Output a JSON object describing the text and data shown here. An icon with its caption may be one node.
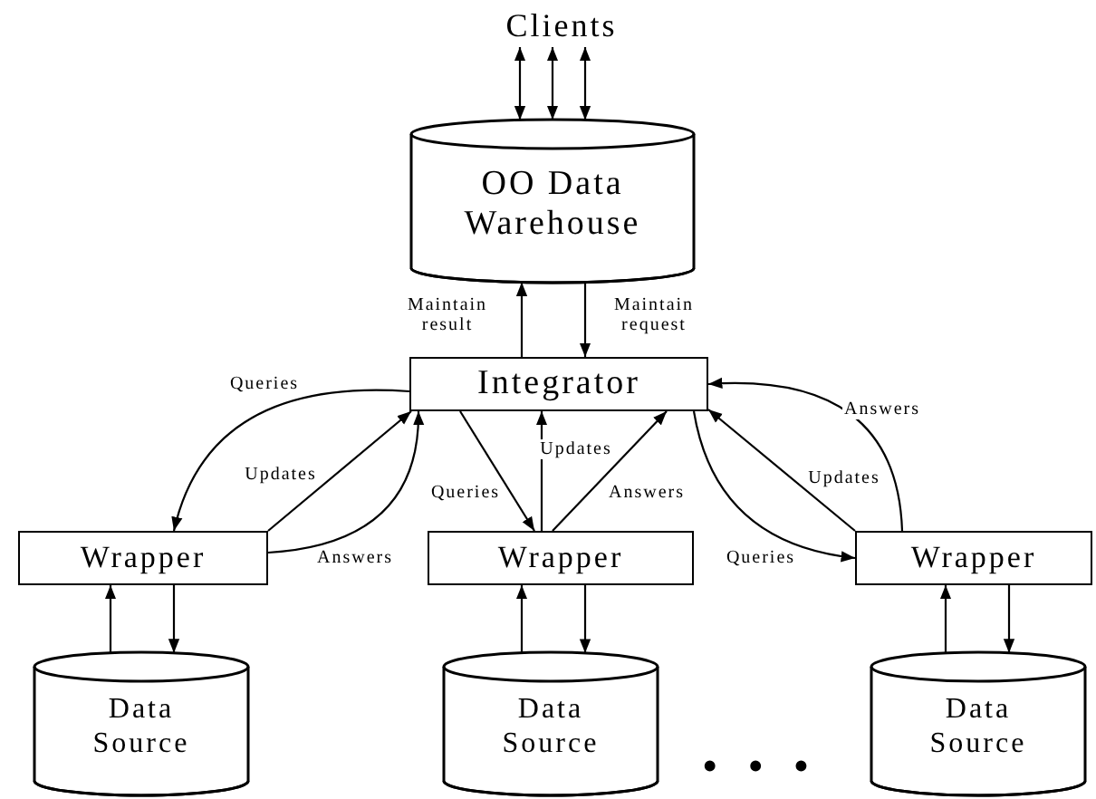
{
  "diagram": {
    "nodes": [
      {
        "text": [
          "Clients"
        ]
      },
      {
        "text": [
          "OO Data Warehouse"
        ]
      },
      {
        "text": [
          "Integrator"
        ]
      },
      {
        "text": [
          "Wrapper"
        ]
      },
      {
        "text": [
          "Wrapper"
        ]
      },
      {
        "text": [
          "Wrapper"
        ]
      },
      {
        "text": [
          "Data Source"
        ]
      },
      {
        "text": [
          "Data Source"
        ]
      },
      {
        "text": [
          "Data Source"
        ]
      }
    ],
    "edges": [
      {
        "from": 0,
        "to": 1,
        "arrow": "both"
      },
      {
        "from": 0,
        "to": 1,
        "arrow": "both"
      },
      {
        "from": 0,
        "to": 1,
        "arrow": "both"
      },
      {
        "from": 2,
        "to": 1,
        "arrow": "to",
        "label": "Maintain result"
      },
      {
        "from": 1,
        "to": 2,
        "arrow": "to",
        "label": "Maintain request"
      },
      {
        "from": 2,
        "to": 3,
        "arrow": "to",
        "label": "Queries"
      },
      {
        "from": 3,
        "to": 2,
        "arrow": "to",
        "label": "Updates"
      },
      {
        "from": 3,
        "to": 2,
        "arrow": "to",
        "label": "Answers"
      },
      {
        "from": 2,
        "to": 4,
        "arrow": "to",
        "label": "Queries"
      },
      {
        "from": 4,
        "to": 2,
        "arrow": "to",
        "label": "Updates"
      },
      {
        "from": 4,
        "to": 2,
        "arrow": "to",
        "label": "Answers"
      },
      {
        "from": 2,
        "to": 5,
        "arrow": "to",
        "label": "Queries"
      },
      {
        "from": 5,
        "to": 2,
        "arrow": "to",
        "label": "Updates"
      },
      {
        "from": 5,
        "to": 2,
        "arrow": "to",
        "label": "Answers"
      },
      {
        "from": 6,
        "to": 3,
        "arrow": "to"
      },
      {
        "from": 3,
        "to": 6,
        "arrow": "to"
      },
      {
        "from": 7,
        "to": 4,
        "arrow": "to"
      },
      {
        "from": 4,
        "to": 7,
        "arrow": "to"
      },
      {
        "from": 8,
        "to": 5,
        "arrow": "to"
      },
      {
        "from": 5,
        "to": 8,
        "arrow": "to"
      }
    ],
    "labels": [
      "• • •"
    ]
  }
}
